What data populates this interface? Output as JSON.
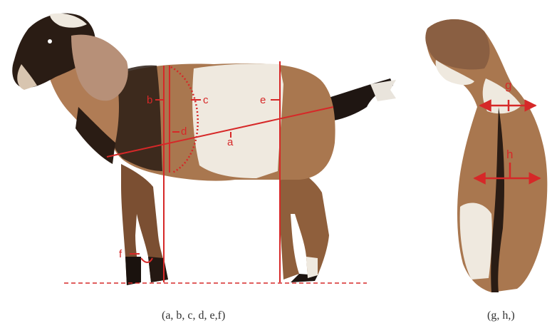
{
  "labels": {
    "a": "a",
    "b": "b",
    "c": "c",
    "d": "d",
    "e": "e",
    "f": "f",
    "g": "g",
    "h": "h"
  },
  "captions": {
    "left": "(a, b, c, d, e,f)",
    "right": "(g, h,)"
  },
  "colors": {
    "measure_line": "#d62828",
    "goat_brown": "#a9774f",
    "goat_dark": "#2a1c14",
    "goat_white": "#efe9df"
  },
  "icons": {
    "left_photo": "goat-side-view",
    "right_photo": "goat-rear-view"
  }
}
